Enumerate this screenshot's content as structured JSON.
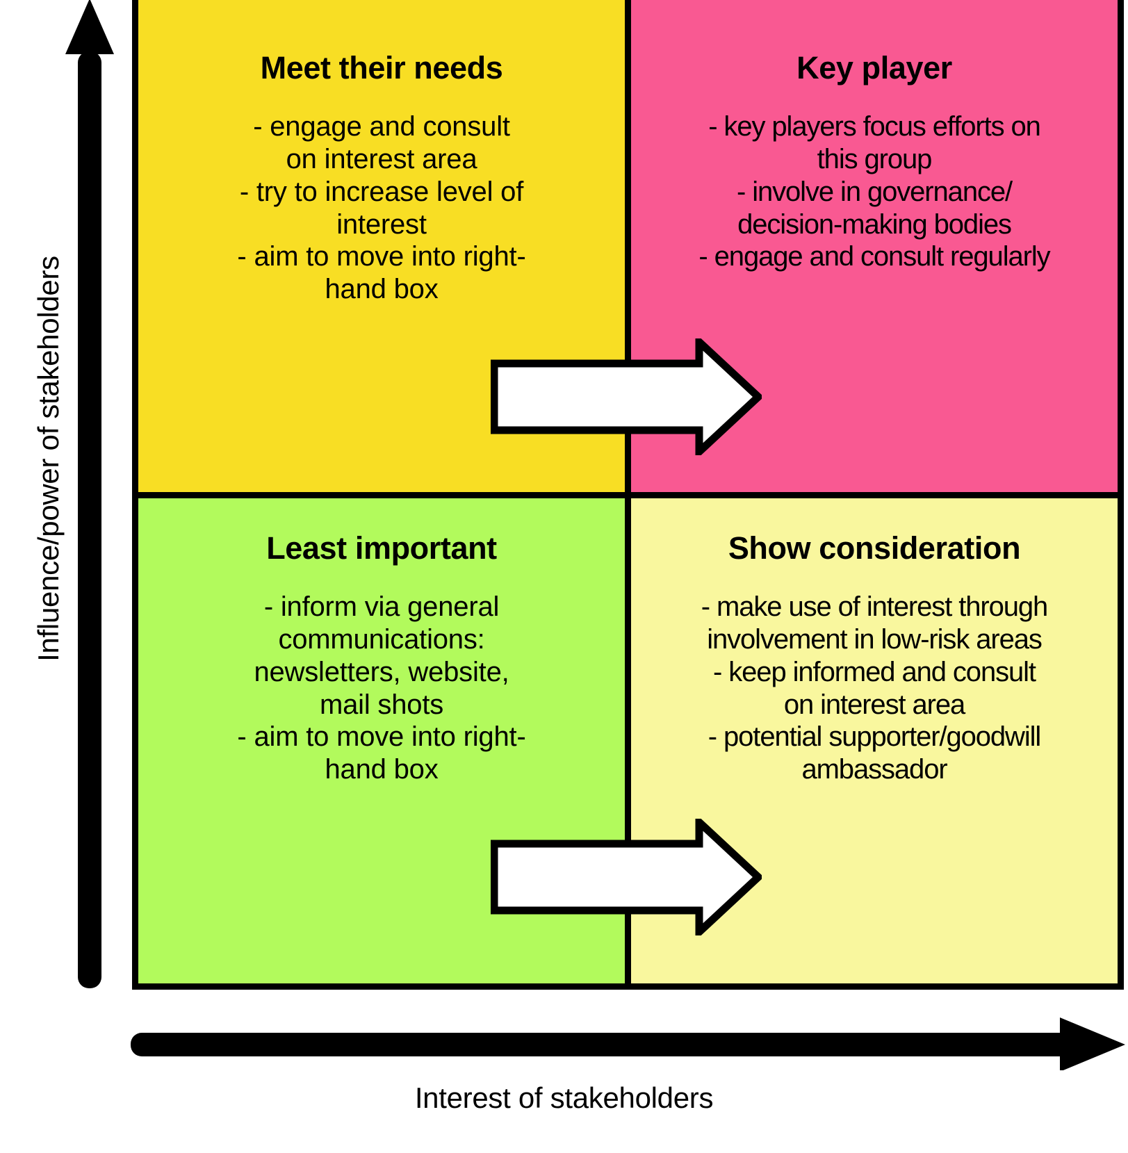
{
  "diagram": {
    "type": "2x2-stakeholder-power-interest-matrix",
    "axes": {
      "y_label": "Influence/power of stakeholders",
      "x_label": "Interest of stakeholders",
      "y_icon": "up-arrow-icon",
      "x_icon": "right-arrow-icon"
    },
    "colors": {
      "meet_their_needs": "#F8DE24",
      "key_player": "#F95992",
      "least_important": "#B2FA5C",
      "show_consideration": "#F9F79E",
      "border": "#000000",
      "arrow_fill": "#FFFFFF"
    },
    "quadrants": [
      {
        "id": "meet-their-needs",
        "position": "top-left",
        "title": "Meet their needs",
        "color": "#F8DE24",
        "lines": [
          "- engage and consult",
          "on interest area",
          "- try to increase level of",
          "interest",
          "- aim to move into right-",
          "hand box"
        ],
        "bullets": [
          "engage and consult on interest area",
          "try to increase level of interest",
          "aim to move into right-hand box"
        ]
      },
      {
        "id": "key-player",
        "position": "top-right",
        "title": "Key player",
        "color": "#F95992",
        "lines": [
          "- key players focus efforts on",
          "this group",
          "- involve in governance/",
          "decision-making bodies",
          "- engage and consult regularly"
        ],
        "bullets": [
          "key players focus efforts on this group",
          "involve in governance/decision-making bodies",
          "engage and consult regularly"
        ]
      },
      {
        "id": "least-important",
        "position": "bottom-left",
        "title": "Least important",
        "color": "#B2FA5C",
        "lines": [
          "- inform via general",
          "communications:",
          "newsletters, website,",
          "mail shots",
          "- aim to move into right-",
          "hand box"
        ],
        "bullets": [
          "inform via general communications: newsletters, website, mail shots",
          "aim to move into right-hand box"
        ]
      },
      {
        "id": "show-consideration",
        "position": "bottom-right",
        "title": "Show consideration",
        "color": "#F9F79E",
        "lines": [
          "- make use of interest through",
          "involvement in low-risk areas",
          "- keep informed and consult",
          "on interest area",
          "- potential supporter/goodwill",
          "ambassador"
        ],
        "bullets": [
          "make use of interest through involvement in low-risk areas",
          "keep informed and consult on interest area",
          "potential supporter/goodwill ambassador"
        ]
      }
    ],
    "transition_arrows": [
      {
        "id": "arrow-meet-their-needs-to-key-player",
        "from": "meet-their-needs",
        "to": "key-player",
        "direction": "right"
      },
      {
        "id": "arrow-least-important-to-show-consideration",
        "from": "least-important",
        "to": "show-consideration",
        "direction": "right"
      }
    ]
  }
}
